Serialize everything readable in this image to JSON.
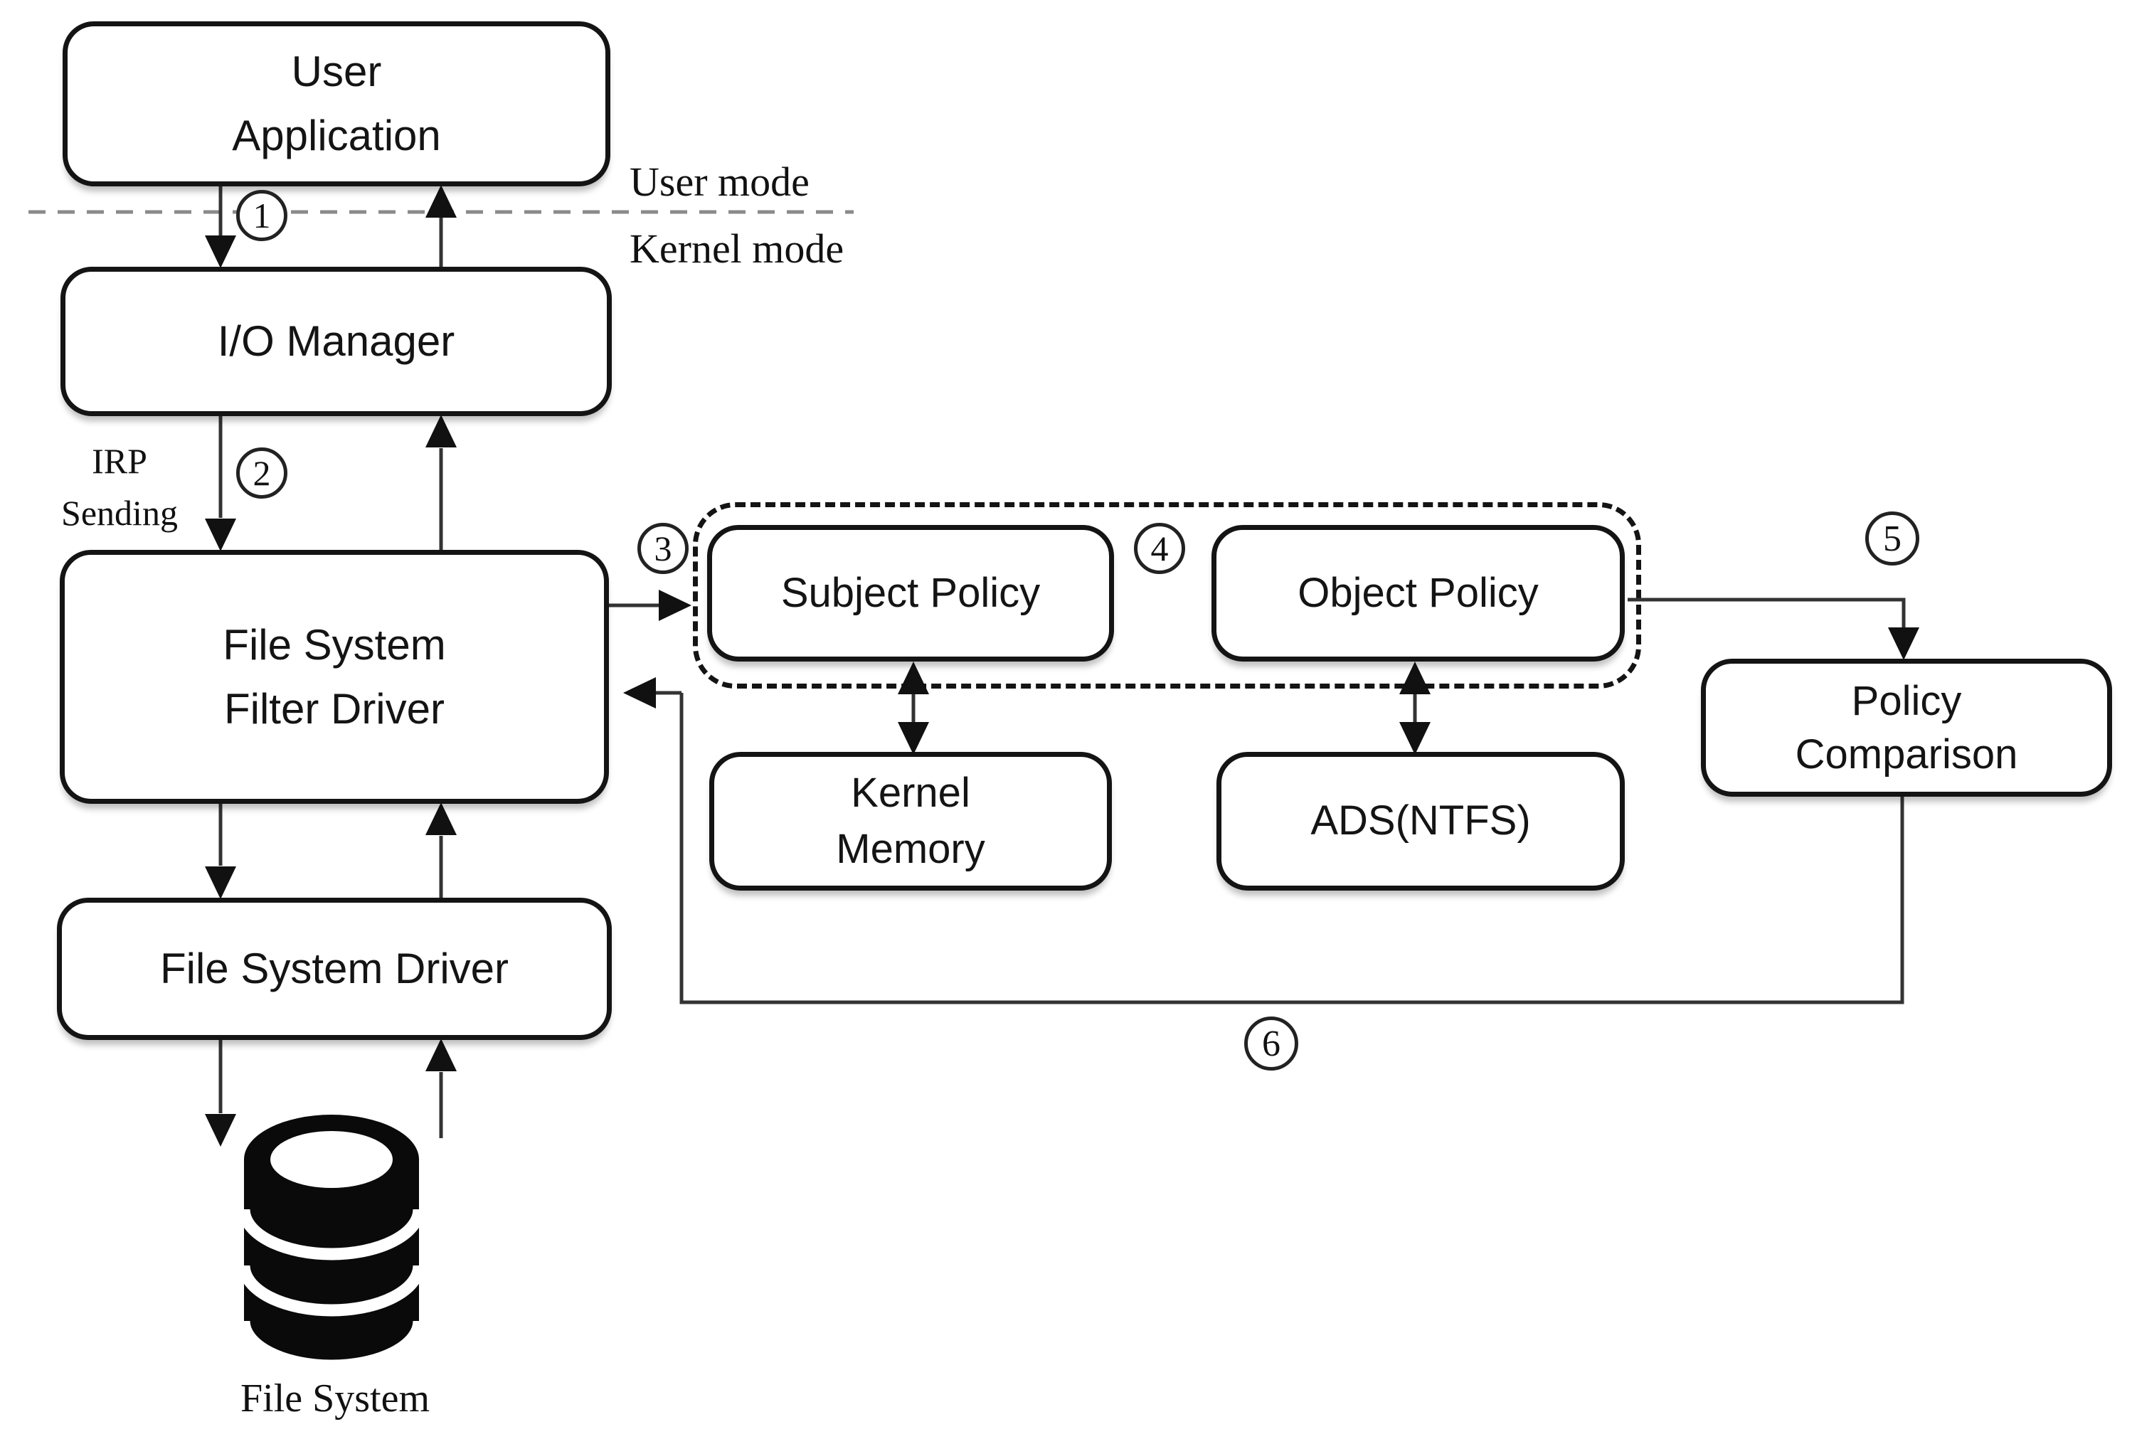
{
  "nodes": {
    "user_application": {
      "label": "User\nApplication"
    },
    "io_manager": {
      "label": "I/O Manager"
    },
    "fs_filter_driver": {
      "label": "File System\nFilter Driver"
    },
    "fs_driver": {
      "label": "File System Driver"
    },
    "subject_policy": {
      "label": "Subject Policy"
    },
    "object_policy": {
      "label": "Object Policy"
    },
    "kernel_memory": {
      "label": "Kernel\nMemory"
    },
    "ads_ntfs": {
      "label": "ADS(NTFS)"
    },
    "policy_comparison": {
      "label": "Policy\nComparison"
    }
  },
  "annotations": {
    "user_mode": "User mode",
    "kernel_mode": "Kernel mode",
    "irp_sending": "IRP\nSending",
    "file_system": "File System"
  },
  "steps": [
    "1",
    "2",
    "3",
    "4",
    "5",
    "6"
  ],
  "colors": {
    "line": "#333333",
    "arrowhead": "#111111",
    "box_border": "#141414",
    "divider_dash": "#8a8a8a",
    "background": "#ffffff"
  }
}
